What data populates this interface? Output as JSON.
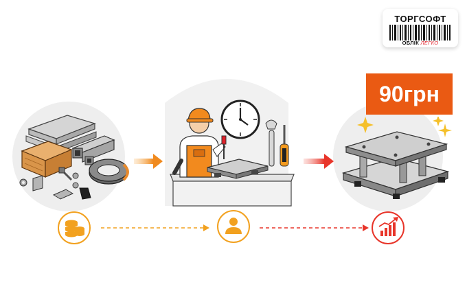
{
  "logo": {
    "title": "ТОРГСОФТ",
    "subtitle_part1": "ОБЛІК",
    "subtitle_part2": "ЛЕГКО"
  },
  "price": {
    "label": "90грн"
  },
  "steps": [
    {
      "name": "raw-materials",
      "icon": "coins-icon"
    },
    {
      "name": "worker-assembly",
      "icon": "person-icon"
    },
    {
      "name": "finished-product",
      "icon": "growth-chart-icon"
    }
  ],
  "colors": {
    "accent_orange": "#ea5a13",
    "arrow_orange": "#f29b20",
    "arrow_red": "#e8352a",
    "circle_orange": "#f2a11f",
    "circle_red": "#e8352a"
  }
}
